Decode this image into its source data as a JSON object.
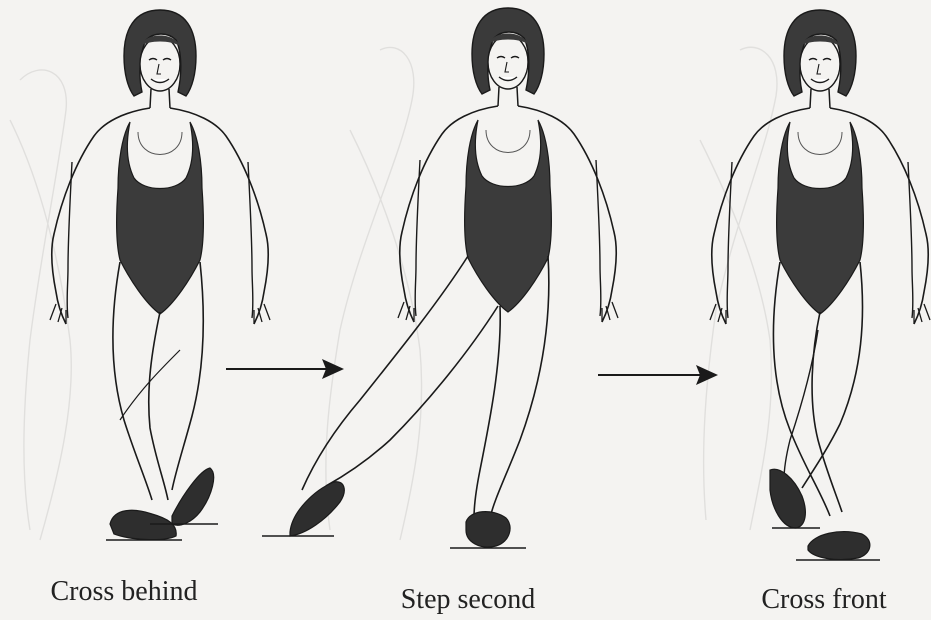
{
  "colors": {
    "background": "#f4f3f1",
    "leotard": "#3b3b3b",
    "hair": "#3a3a3a",
    "outline": "#1a1a1a",
    "ghost": "#d9d8d6"
  },
  "steps": [
    {
      "caption": "Cross behind"
    },
    {
      "caption": "Step second"
    },
    {
      "caption": "Cross front"
    }
  ],
  "arrows": [
    {
      "from_step": 1,
      "to_step": 2,
      "icon": "right-arrow-icon"
    },
    {
      "from_step": 2,
      "to_step": 3,
      "icon": "right-arrow-icon"
    }
  ]
}
